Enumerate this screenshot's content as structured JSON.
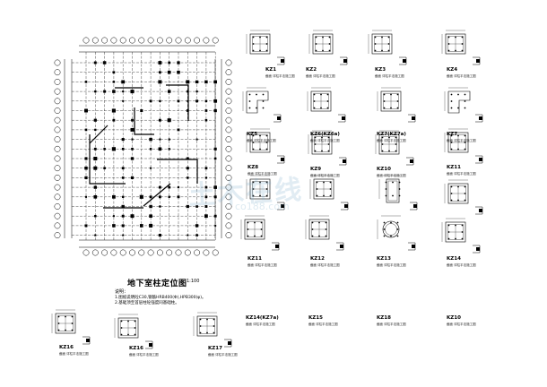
{
  "plan": {
    "title": "地下室柱定位图",
    "scale": "1:100",
    "notes_title": "说明：",
    "notes": [
      "1.图纸说明砼C30,钢筋HRB400(Φ),HPB300(φ)。",
      "2.基础顶至首层柱砼强度同基础柱。"
    ]
  },
  "watermark": {
    "main": "土木在线",
    "sub": "co188.com"
  },
  "columns": [
    {
      "id": "KZ1",
      "sub": "截面 详柱平法施工图"
    },
    {
      "id": "KZ2",
      "sub": "截面 详柱平法施工图"
    },
    {
      "id": "KZ3",
      "sub": "截面 详柱平法施工图"
    },
    {
      "id": "KZ4",
      "sub": "截面 详柱平法施工图"
    },
    {
      "id": "KZ5",
      "sub": "截面 详柱平法施工图"
    },
    {
      "id": "KZ6(KZ6a)",
      "sub": "截面 详柱平法施工图"
    },
    {
      "id": "KZ7(KZ7a)",
      "sub": "截面 详柱平法施工图"
    },
    {
      "id": "KZ7",
      "sub": "截面 详柱平法施工图"
    },
    {
      "id": "KZ8",
      "sub": "截面 详柱平法施工图"
    },
    {
      "id": "KZ9",
      "sub": "截面 详柱平法施工图"
    },
    {
      "id": "KZ10",
      "sub": "截面 详柱平法施工图"
    },
    {
      "id": "KZ11",
      "sub": "截面 详柱平法施工图"
    },
    {
      "id": "KZ11",
      "sub": "截面 详柱平法施工图"
    },
    {
      "id": "KZ12",
      "sub": "截面 详柱平法施工图"
    },
    {
      "id": "KZ13",
      "sub": "截面 详柱平法施工图"
    },
    {
      "id": "KZ14",
      "sub": "截面 详柱平法施工图"
    },
    {
      "id": "KZ14(KZ7a)",
      "sub": "截面 详柱平法施工图"
    },
    {
      "id": "KZ15",
      "sub": "截面 详柱平法施工图"
    },
    {
      "id": "KZ18",
      "sub": "截面 详柱平法施工图"
    },
    {
      "id": "KZ10",
      "sub": "截面 详柱平法施工图"
    },
    {
      "id": "KZ16",
      "sub": "截面 详柱平法施工图"
    },
    {
      "id": "KZ16",
      "sub": "截面 详柱平法施工图"
    },
    {
      "id": "KZ17",
      "sub": "截面 详柱平法施工图"
    }
  ]
}
